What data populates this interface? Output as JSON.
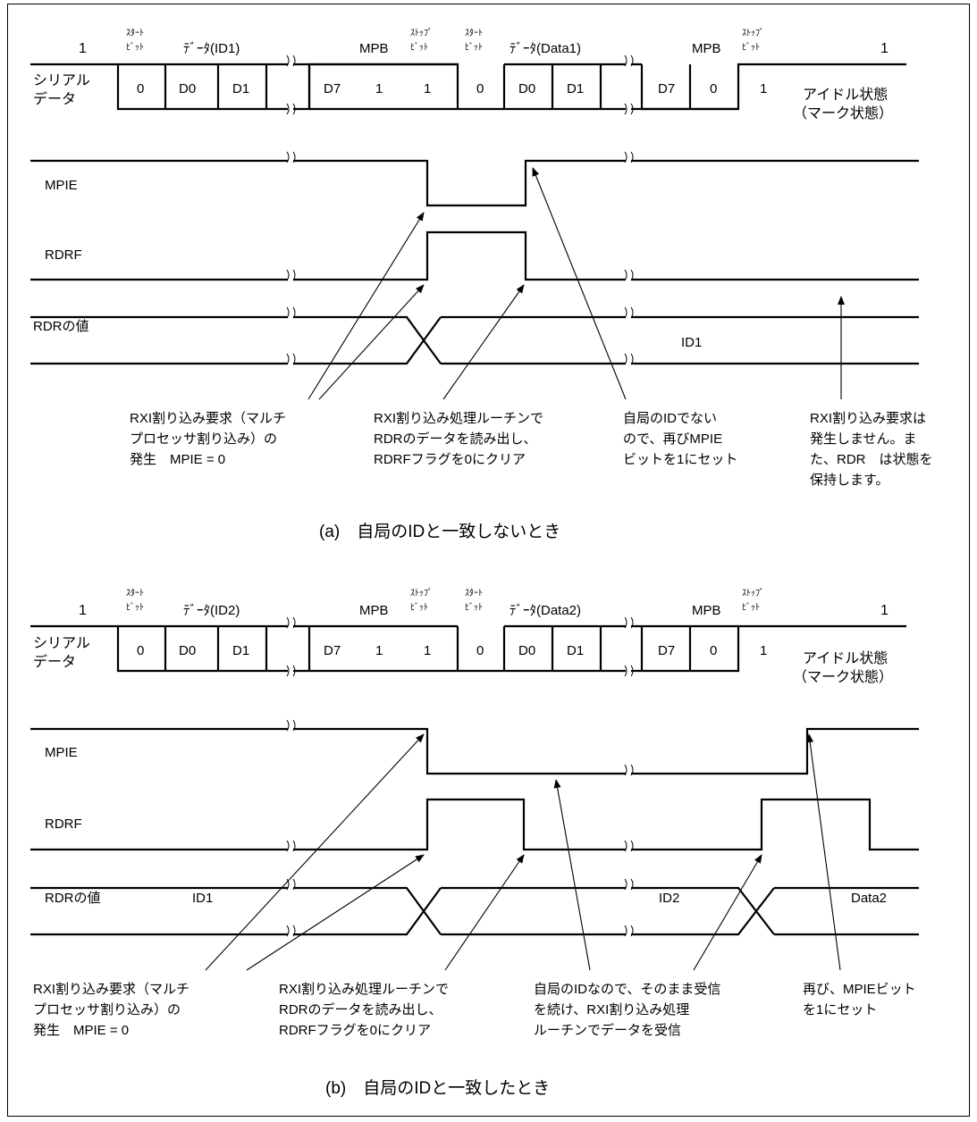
{
  "top_labels": {
    "bit_1": "1",
    "start_bit_line1": "ｽﾀｰﾄ",
    "start_bit_line2": "ﾋﾞｯﾄ",
    "stop_bit_line1": "ｽﾄｯﾌﾟ",
    "stop_bit_line2": "ﾋﾞｯﾄ",
    "mpb": "MPB"
  },
  "signals": {
    "serial_line1": "シリアル",
    "serial_line2": "データ",
    "mpie": "MPIE",
    "rdrf": "RDRF",
    "rdr": "RDRの値",
    "idle_line1": "アイドル状態",
    "idle_line2": "（マーク状態）"
  },
  "bits": {
    "zero": "0",
    "one": "1",
    "d0": "D0",
    "d1": "D1",
    "d7": "D7"
  },
  "panel_a": {
    "data_id": "ﾃﾞｰﾀ(ID1)",
    "data_data": "ﾃﾞｰﾀ(Data1)",
    "mpb_second": "0",
    "rdr_value": "ID1",
    "note1": [
      "RXI割り込み要求（マルチ",
      "プロセッサ割り込み）の",
      "発生　MPIE = 0"
    ],
    "note2": [
      "RXI割り込み処理ルーチンで",
      "RDRのデータを読み出し、",
      "RDRFフラグを0にクリア"
    ],
    "note3": [
      "自局のIDでない",
      "ので、再びMPIE",
      "ビットを1にセット"
    ],
    "note4": [
      "RXI割り込み要求は",
      "発生しません。ま",
      "た、RDR　は状態を",
      "保持します。"
    ],
    "caption": "(a)　自局のIDと一致しないとき"
  },
  "panel_b": {
    "data_id": "ﾃﾞｰﾀ(ID2)",
    "data_data": "ﾃﾞｰﾀ(Data2)",
    "mpb_second": "0",
    "rdr_value_1": "ID1",
    "rdr_value_2": "ID2",
    "rdr_value_3": "Data2",
    "note1": [
      "RXI割り込み要求（マルチ",
      "プロセッサ割り込み）の",
      "発生　MPIE = 0"
    ],
    "note2": [
      "RXI割り込み処理ルーチンで",
      "RDRのデータを読み出し、",
      "RDRFフラグを0にクリア"
    ],
    "note3": [
      "自局のIDなので、そのまま受信",
      "を続け、RXI割り込み処理",
      "ルーチンでデータを受信"
    ],
    "note4": [
      "再び、MPIEビット",
      "を1にセット"
    ],
    "caption": "(b)　自局のIDと一致したとき"
  }
}
